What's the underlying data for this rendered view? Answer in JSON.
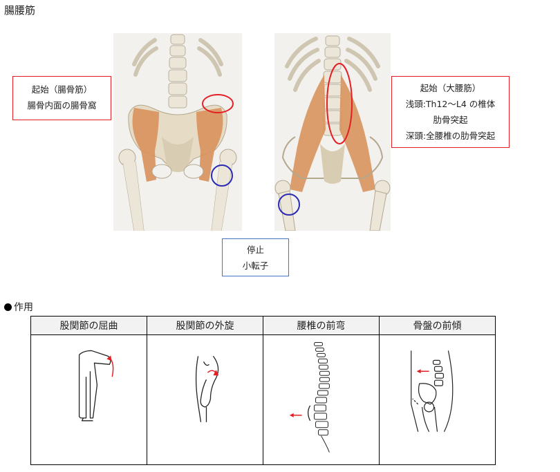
{
  "title": "腸腰筋",
  "callouts": {
    "iliacus_origin": [
      "起始（腸骨筋）",
      "腸骨内面の腸骨窩"
    ],
    "psoas_origin": [
      "起始（大腰筋）",
      "浅頭:Th12～L4 の椎体",
      "肋骨突起",
      "深頭:全腰椎の肋骨突起"
    ],
    "insertion": [
      "停止",
      "小転子"
    ]
  },
  "action_section": "作用",
  "actions": [
    {
      "label": "股関節の屈曲"
    },
    {
      "label": "股関節の外旋"
    },
    {
      "label": "腰椎の前弯"
    },
    {
      "label": "骨盤の前傾"
    }
  ],
  "colors": {
    "origin_marker": "#e31e24",
    "insertion_marker": "#2a2ab5",
    "muscle": "#d9935e",
    "bone": "#e8dfcc"
  }
}
